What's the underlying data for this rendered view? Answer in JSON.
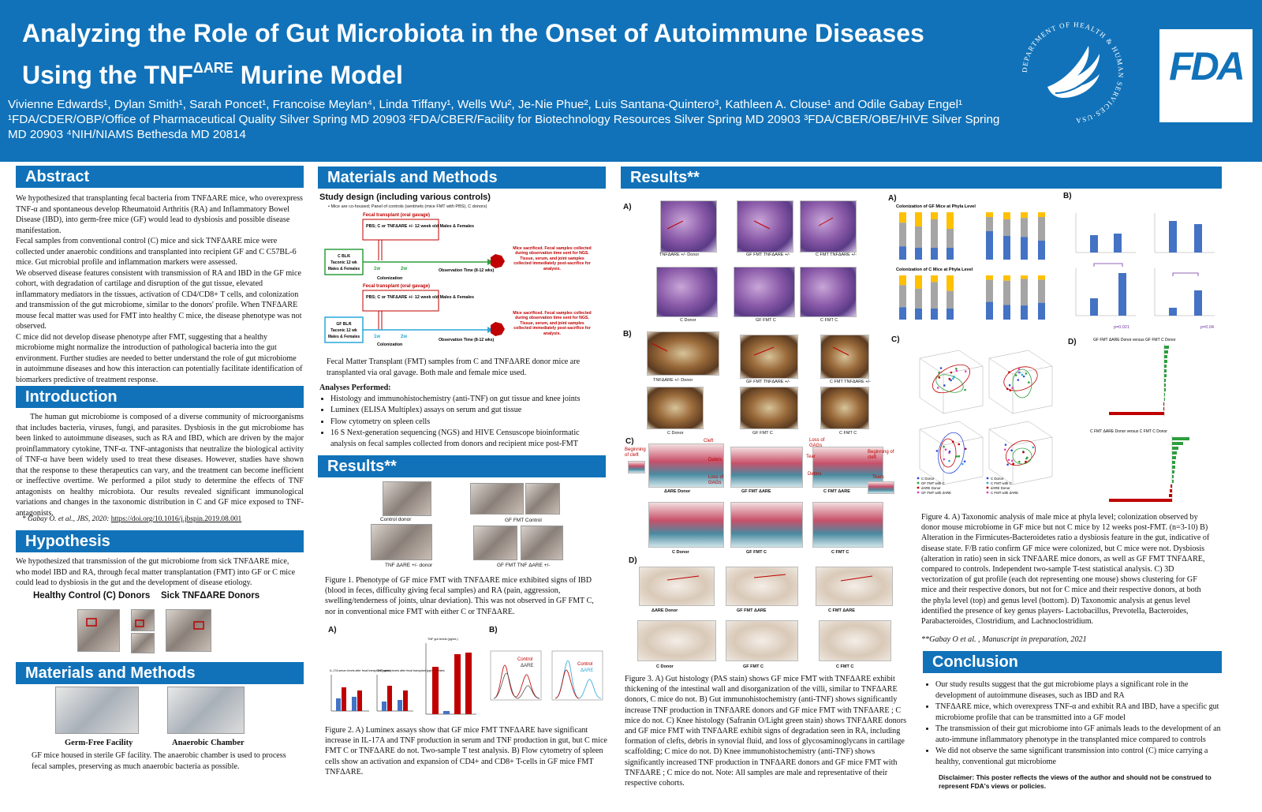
{
  "header": {
    "title_line1": "Analyzing the Role of Gut Microbiota in the Onset of Autoimmune Diseases",
    "title_line2_pre": "Using the TNF",
    "title_line2_sup": "ΔARE",
    "title_line2_post": " Murine Model",
    "authors": "Vivienne Edwards¹, Dylan Smith¹, Sarah Poncet¹, Francoise Meylan⁴, Linda Tiffany¹, Wells Wu², Je-Nie Phue², Luis Santana-Quintero³, Kathleen A. Clouse¹ and Odile Gabay Engel¹",
    "affiliations": "¹FDA/CDER/OBP/Office of Pharmaceutical Quality Silver Spring MD 20903 ²FDA/CBER/Facility for Biotechnology Resources Silver Spring MD 20903 ³FDA/CBER/OBE/HIVE Silver Spring MD 20903 ⁴NIH/NIAMS Bethesda MD 20814",
    "fda_logo": "FDA",
    "seal_text": "DEPARTMENT OF HEALTH & HUMAN SERVICES·USA"
  },
  "abstract": {
    "heading": "Abstract",
    "p1": "We hypothesized that transplanting fecal bacteria from TNFΔARE mice, who overexpress TNF-α and spontaneous develop Rheumatoid Arthritis (RA) and Inflammatory Bowel Disease (IBD), into germ-free mice (GF) would lead to dysbiosis and possible disease manifestation.",
    "p2": "Fecal samples from conventional control (C) mice and sick TNFΔARE mice were collected under anaerobic conditions and transplanted into recipient GF and C C57BL-6 mice. Gut microbial profile and inflammation markers were assessed.",
    "p3": "We observed disease features consistent with transmission of RA and IBD in the GF mice cohort, with degradation of cartilage and disruption of the gut tissue, elevated inflammatory mediators in the tissues, activation of CD4/CD8+ T cells, and colonization and transmission of the gut microbiome, similar to the donors' profile. When TNFΔARE mouse fecal matter was used for FMT into healthy C mice, the disease phenotype was not observed.",
    "p4": "C mice did not develop disease phenotype after FMT, suggesting that a healthy microbiome might normalize the introduction of pathological bacteria into the gut environment. Further studies are needed to better understand the role of gut microbiome in autoimmune diseases and how this interaction can potentially facilitate identification of biomarkers predictive of treatment response."
  },
  "introduction": {
    "heading": "Introduction",
    "p1": "The human gut microbiome is composed of a diverse community of microorganisms that includes bacteria, viruses, fungi, and parasites. Dysbiosis in the gut microbiome has been linked to autoimmune diseases, such as RA and IBD, which are driven by the major proinflammatory cytokine, TNF-α. TNF-antagonists that neutralize the biological activity of TNF-α have been widely used to treat these diseases. However, studies have shown that the response to these therapeutics can vary, and the treatment can become inefficient or ineffective overtime. We performed a pilot study to determine the effects of TNF antagonists on healthy microbiota. Our results revealed significant immunological variations and changes in the taxonomic distribution in C and GF mice exposed to TNF-antagonists.",
    "ref": "* Gabay O. et al., JBS, 2020:",
    "ref_link": "https://doi.org/10.1016/j.jbspin.2019.08.001"
  },
  "hypothesis": {
    "heading": "Hypothesis",
    "text": "We hypothesized that transmission of the gut microbiome from sick TNFΔARE mice, who model IBD and RA, through fecal matter transplantation (FMT) into GF or C mice could lead to dysbiosis in the gut and the development of disease etiology.",
    "label_healthy": "Healthy Control (C) Donors",
    "label_sick": "Sick TNFΔARE Donors"
  },
  "methods_left": {
    "heading": "Materials and Methods",
    "label_gf": "Germ-Free Facility",
    "label_anaerobic": "Anaerobic Chamber",
    "text": "GF mice housed in sterile GF facility. The anaerobic chamber is used to process fecal samples, preserving as much anaerobic bacteria as possible."
  },
  "methods_mid": {
    "heading": "Materials and Methods",
    "study_design": "Study design (including various controls)",
    "bullet": "Mice are co-housed; Panel of controls (sentinels (mice FMT with PBS), C donors)",
    "fecal_transplant": "Fecal transplant (oral gavage)",
    "box1": "PBS; C or TNFΔARE +/- 12 week old Males & Females",
    "box_gf": "GF BL/6 Taconic 12 wk old Males & Females",
    "box_c": "C BL/6 Taconic 12 wk old Males & Females",
    "colonization": "Colonization",
    "obs_time": "Observation Time (8-12 wks)",
    "sacrificed": "Mice sacrificed. Fecal samples collected during observation time sent for NGS. Tissue, serum, and joint samples collected immediately post-sacrifice for analysis.",
    "w1": "1w",
    "w2": "2w",
    "fmt_text": "Fecal Matter Transplant (FMT) samples from C and TNFΔARE donor mice are transplanted via oral gavage. Both male and female mice used.",
    "analyses_heading": "Analyses Performed:",
    "analyses": [
      "Histology and immunohistochemistry (anti-TNF) on gut tissue and knee joints",
      "Luminex (ELISA Multiplex) assays on serum and gut tissue",
      "Flow cytometry on spleen cells",
      "16 S Next-generation sequencing (NGS) and HIVE Censuscope bioinformatic analysis on fecal samples collected from donors and recipient mice post-FMT"
    ]
  },
  "results_mid": {
    "heading": "Results**",
    "photo_labels": [
      "Control donor",
      "GF FMT Control",
      "TNF ΔARE +/- donor",
      "GF FMT TNF ΔARE +/-"
    ],
    "fig1": "Figure 1. Phenotype of GF mice FMT with TNFΔARE mice exhibited signs of IBD (blood in feces, difficulty giving fecal samples) and RA (pain, aggression, swelling/tenderness of joints, ulnar deviation). This was not observed in GF FMT C, nor in conventional mice FMT with either C or TNFΔARE.",
    "fig2": "Figure 2. A) Luminex assays show that GF mice FMT TNFΔARE have significant increase in IL-17A and TNF production in serum and TNF production in gut, but C mice FMT C or TNFΔARE do not. Two-sample T test analysis. B) Flow cytometry of spleen cells show an activation and expansion of CD4+ and CD8+ T-cells in GF mice FMT TNFΔARE.",
    "panel_a": "A)",
    "panel_b": "B)",
    "chart_il17_title": "IL-17A serum levels after fecal transplant (pg/mL)",
    "chart_tnf_serum_title": "TNF serum levels after fecal transplant (pg/mL) Males",
    "chart_tnf_gut_title": "TNF gut levels (pg/mL)",
    "flow_control": "Control",
    "flow_dare": "ΔARE"
  },
  "results_right": {
    "heading": "Results**",
    "fig3": "Figure 3. A) Gut histology (PAS stain) shows GF mice FMT with TNFΔARE exhibit thickening of the intestinal wall and disorganization of the villi, similar to TNFΔARE donors, C mice do not. B) Gut immunohistochemistry (anti-TNF) shows significantly increase TNF production in TNFΔARE donors and GF mice FMT with TNFΔARE ; C mice do not. C) Knee histology (Safranin O/Light green stain) shows TNFΔARE donors and GF mice FMT with TNFΔARE exhibit signs of degradation seen in RA, including formation of clefts, debris in synovial fluid, and loss of glycosaminoglycans in cartilage scaffolding; C mice do not. D) Knee immunohistochemistry (anti-TNF) shows significantly increased TNF production in TNFΔARE donors and GF mice FMT with TNFΔARE ; C mice do not. Note: All samples are male and representative of their respective cohorts.",
    "histo_a_labels": [
      "TNFΔARE +/- Donor",
      "GF FMT TNFΔARE +/-",
      "C FMT TNFΔARE +/-",
      "C Donor",
      "GF FMT C",
      "C FMT C"
    ],
    "histo_b_labels": [
      "TNFΔARE +/- Donor",
      "GF FMT TNFΔARE +/-",
      "C FMT TNFΔARE +/-",
      "C Donor",
      "GF FMT C",
      "C FMT C"
    ],
    "histo_c_labels": [
      "ΔARE Donor",
      "GF FMT ΔARE",
      "C FMT ΔARE",
      "C Donor",
      "GF FMT C",
      "C FMT C"
    ],
    "histo_d_labels": [
      "ΔARE Donor",
      "GF FMT ΔARE",
      "C FMT ΔARE",
      "C Donor",
      "GF FMT C",
      "C FMT C"
    ],
    "knee_annots": [
      "Beginning of cleft",
      "Cleft",
      "Debris",
      "Loss of GAGs",
      "Loss of GAGs",
      "Tear",
      "Debris",
      "Beginning of cleft",
      "Tears"
    ],
    "fig4": "Figure 4. A) Taxonomic analysis of male mice at phyla level; colonization observed by donor mouse microbiome in GF mice but not C mice by 12 weeks post-FMT. (n=3-10) B) Alteration in the Firmicutes-Bacteroidetes ratio a dysbiosis feature in the gut, indicative of disease state. F/B ratio confirm GF mice were colonized, but C mice were not. Dysbiosis (alteration in ratio) seen in sick TNFΔARE mice donors, as well as GF FMT TNFΔARE, compared to controls. Independent two-sample T-test statistical analysis. C) 3D vectorization of gut profile (each dot representing one mouse) shows clustering for GF mice and their respective donors, but not for C mice and their respective donors, at both the phyla level (top) and genus level (bottom). D) Taxonomic analysis at genus level identified the presence of key genus players- Lactobacillus, Prevotella, Bacteroides, Parabacteroides, Clostridium, and Lachnoclostridium.",
    "fig4_ref": "**Gabay O et al. , Manuscript in preparation, 2021",
    "tax_title1": "Colonization of GF Mice at Phyla Level",
    "tax_title2": "Colonization of C Mice at Phyla Level",
    "fb_p1": "p=0.021",
    "fb_p2": "p=0.04",
    "genus_title1": "GF FMT ΔARE Donor versus GF FMT C Donor",
    "genus_title2": "C FMT ΔARE Donor versus C FMT C Donor",
    "pca_legend1": [
      "C Donor",
      "GF FMT with C",
      "dARE Donor",
      "GF FMT with dARE"
    ],
    "pca_legend2": [
      "C Donor",
      "C FMT with C",
      "dARE Donor",
      "C FMT with dARE"
    ]
  },
  "conclusion": {
    "heading": "Conclusion",
    "bullets": [
      "Our study results suggest that the gut microbiome plays a significant role in the development of autoimmune diseases, such as IBD and RA",
      "TNFΔARE mice, which overexpress TNF-α and exhibit RA and IBD, have a specific gut microbiome profile that can be transmitted into a GF model",
      "The transmission of their gut microbiome into GF animals leads to the development of an auto-immune inflammatory phenotype in the transplanted mice compared to controls",
      "We did not observe the same significant transmission into control (C) mice carrying a healthy, conventional gut microbiome"
    ],
    "disclaimer": "Disclaimer: This poster reflects the views of the author and should not be construed to represent FDA's views or policies."
  },
  "colors": {
    "brand_blue": "#1172b9",
    "red": "#c00000",
    "bar_blue": "#4472c4",
    "bar_yellow": "#ffc000",
    "bar_gray": "#a5a5a5",
    "green": "#2e9e3e"
  }
}
